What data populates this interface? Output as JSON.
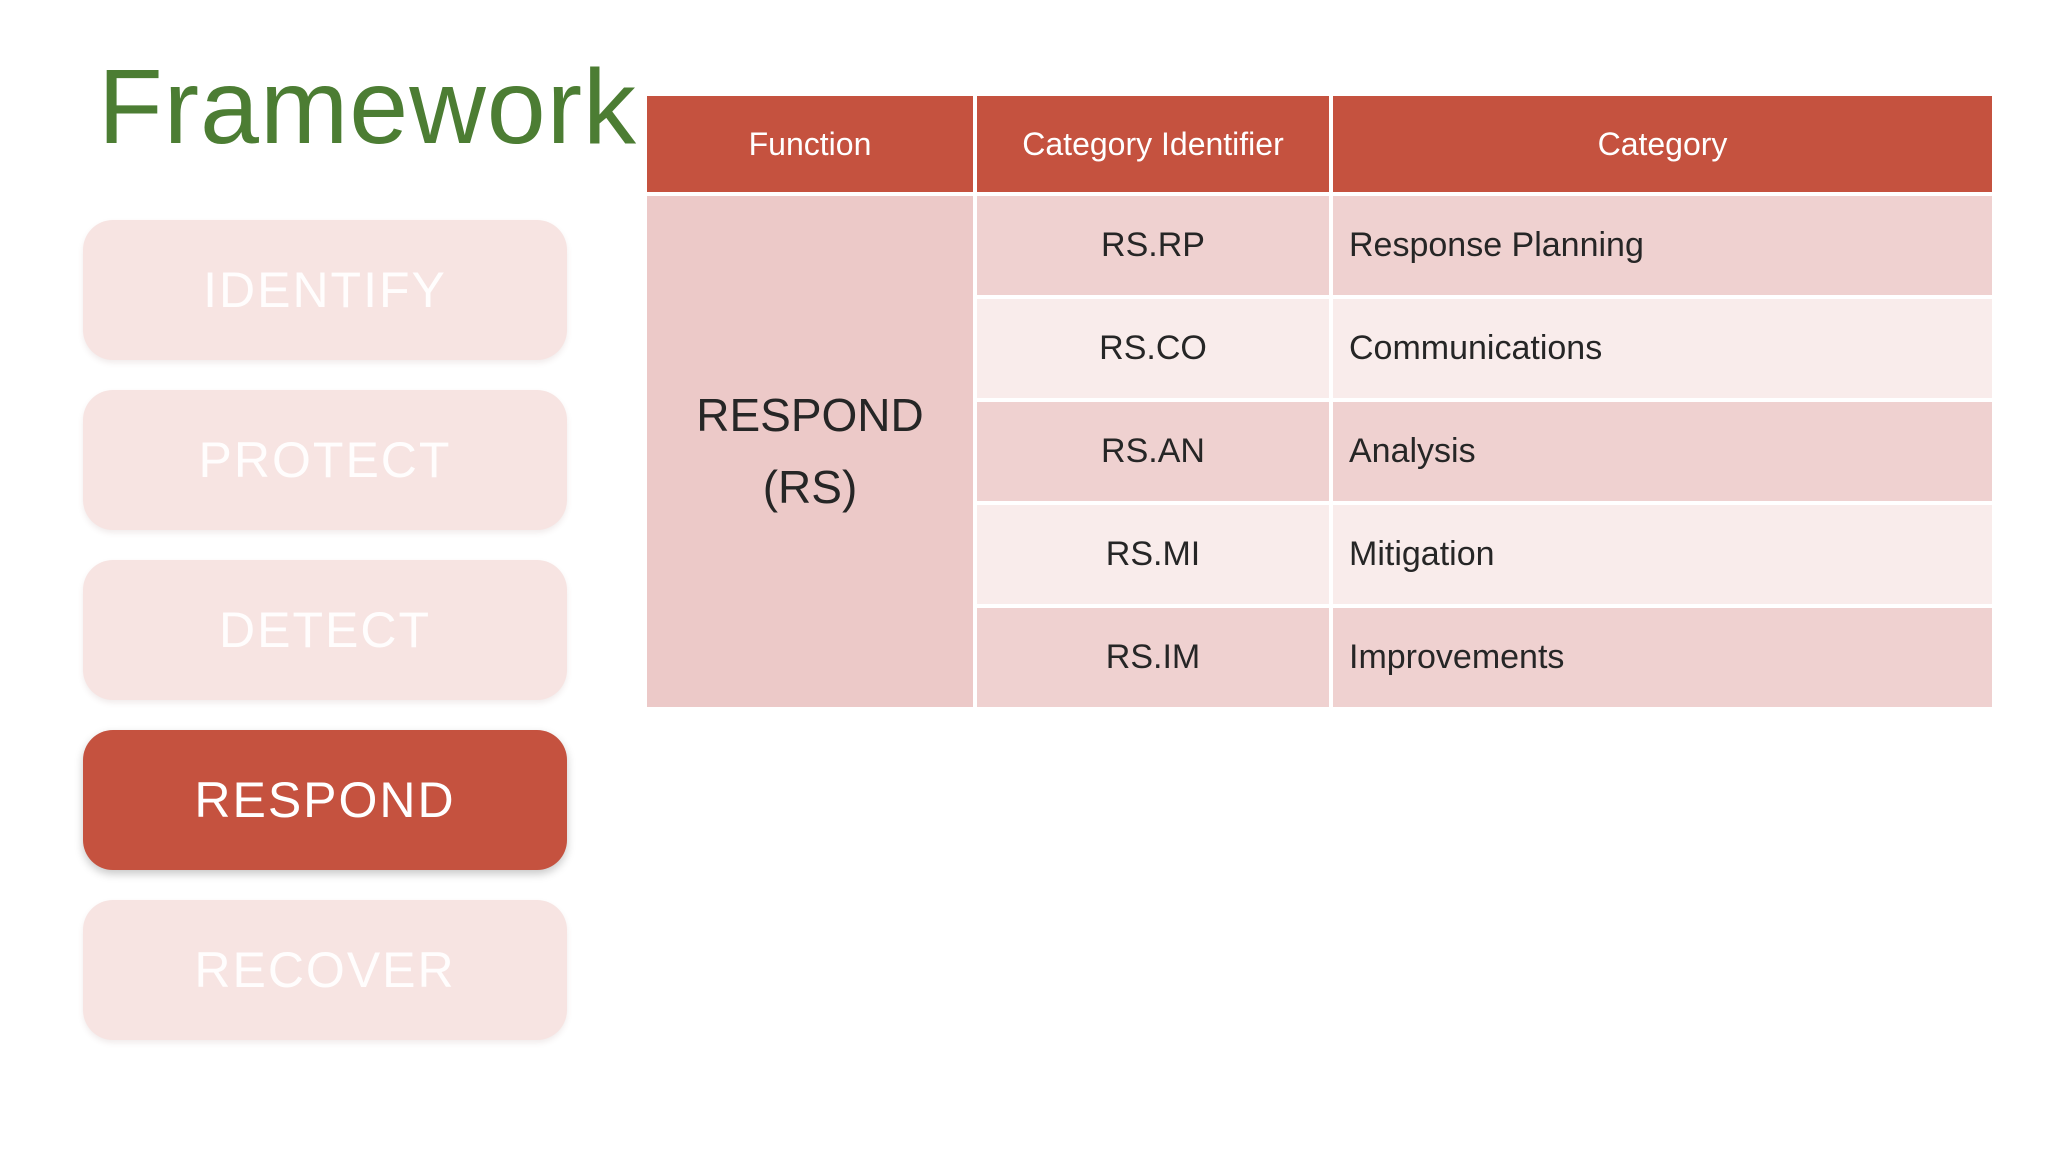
{
  "slide": {
    "title": "Framework"
  },
  "sidebar": {
    "items": [
      {
        "label": "IDENTIFY",
        "active": false
      },
      {
        "label": "PROTECT",
        "active": false
      },
      {
        "label": "DETECT",
        "active": false
      },
      {
        "label": "RESPOND",
        "active": true
      },
      {
        "label": "RECOVER",
        "active": false
      }
    ]
  },
  "table": {
    "columns": [
      "Function",
      "Category Identifier",
      "Category"
    ],
    "function_cell": {
      "line1": "RESPOND",
      "line2": "(RS)"
    },
    "rows": [
      {
        "identifier": "RS.RP",
        "category": "Response Planning"
      },
      {
        "identifier": "RS.CO",
        "category": "Communications"
      },
      {
        "identifier": "RS.AN",
        "category": "Analysis"
      },
      {
        "identifier": "RS.MI",
        "category": "Mitigation"
      },
      {
        "identifier": "RS.IM",
        "category": "Improvements"
      }
    ]
  },
  "colors": {
    "accent_red": "#c5523f",
    "faded_button_pink": "#f7e4e2",
    "function_cell_pink": "#ecc9c8",
    "row_band_dark": "#efd1d0",
    "row_band_light": "#f9eceb",
    "title_green": "#4c7d33",
    "body_text": "#262626",
    "header_text": "#ffffff"
  }
}
